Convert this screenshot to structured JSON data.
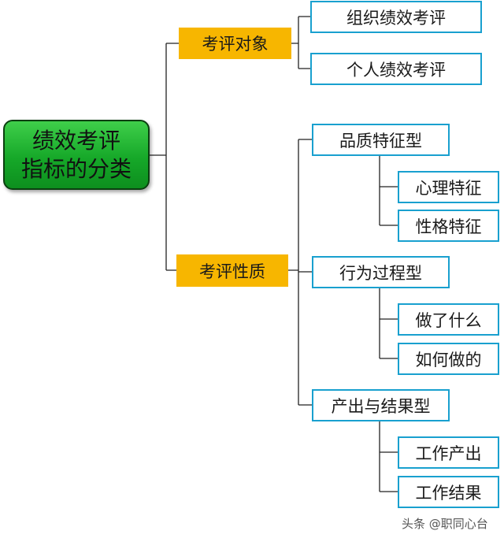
{
  "root": {
    "line1": "绩效考评",
    "line2": "指标的分类"
  },
  "categories": [
    {
      "label": "考评对象",
      "items": [
        {
          "label": "组织绩效考评"
        },
        {
          "label": "个人绩效考评"
        }
      ]
    },
    {
      "label": "考评性质",
      "items": [
        {
          "label": "品质特征型",
          "children": [
            {
              "label": "心理特征"
            },
            {
              "label": "性格特征"
            }
          ]
        },
        {
          "label": "行为过程型",
          "children": [
            {
              "label": "做了什么"
            },
            {
              "label": "如何做的"
            }
          ]
        },
        {
          "label": "产出与结果型",
          "children": [
            {
              "label": "工作产出"
            },
            {
              "label": "工作结果"
            }
          ]
        }
      ]
    }
  ],
  "watermark": "头条 @职同心台",
  "colors": {
    "root_fill": "#16a829",
    "category_fill": "#f7b600",
    "box_border": "#19a0cf",
    "connector": "#222222"
  }
}
